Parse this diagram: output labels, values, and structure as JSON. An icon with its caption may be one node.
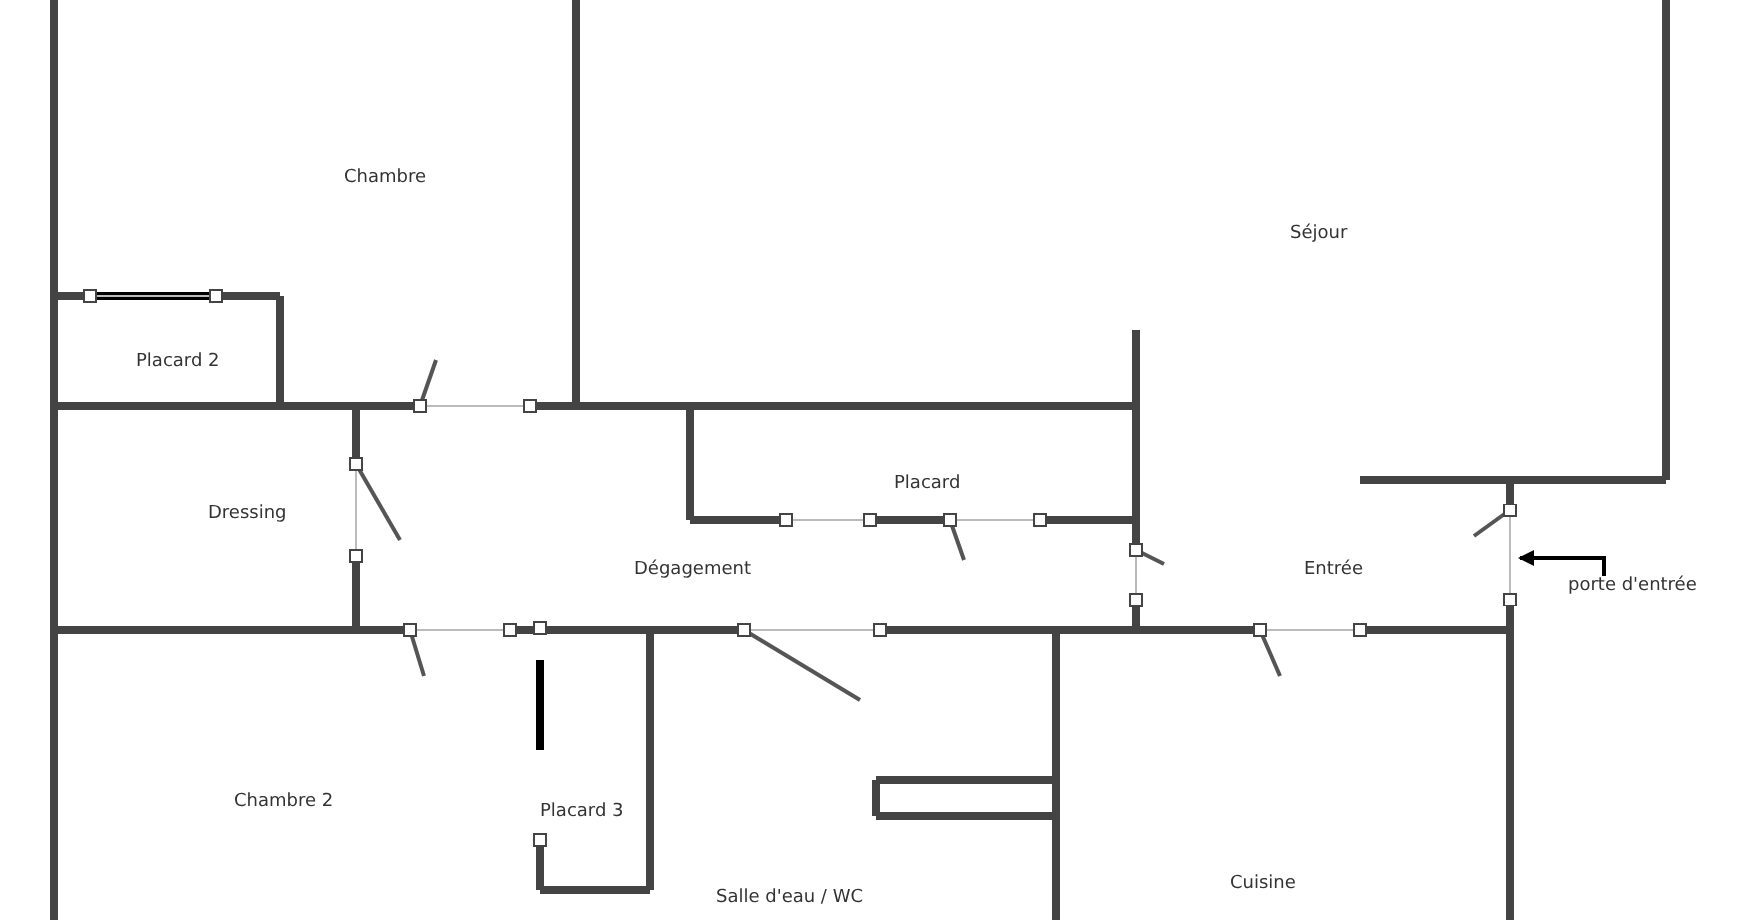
{
  "diagram": {
    "nodes": [
      {
        "text": [
          "Chambre"
        ]
      },
      {
        "text": [
          "Séjour"
        ]
      },
      {
        "text": [
          "Placard 2"
        ]
      },
      {
        "text": [
          "Dressing"
        ]
      },
      {
        "text": [
          "Placard"
        ]
      },
      {
        "text": [
          "Dégagement"
        ]
      },
      {
        "text": [
          "Entrée"
        ]
      },
      {
        "text": [],
        "shape": "door"
      },
      {
        "text": [
          "porte d'entrée"
        ]
      },
      {
        "text": [
          "Chambre 2"
        ]
      },
      {
        "text": [
          "Placard 3"
        ]
      },
      {
        "text": [
          "Salle d'eau / WC"
        ]
      },
      {
        "text": [
          "Cuisine"
        ]
      }
    ],
    "edges": [
      {
        "from": 8,
        "to": 7,
        "arrow": "to"
      }
    ]
  }
}
